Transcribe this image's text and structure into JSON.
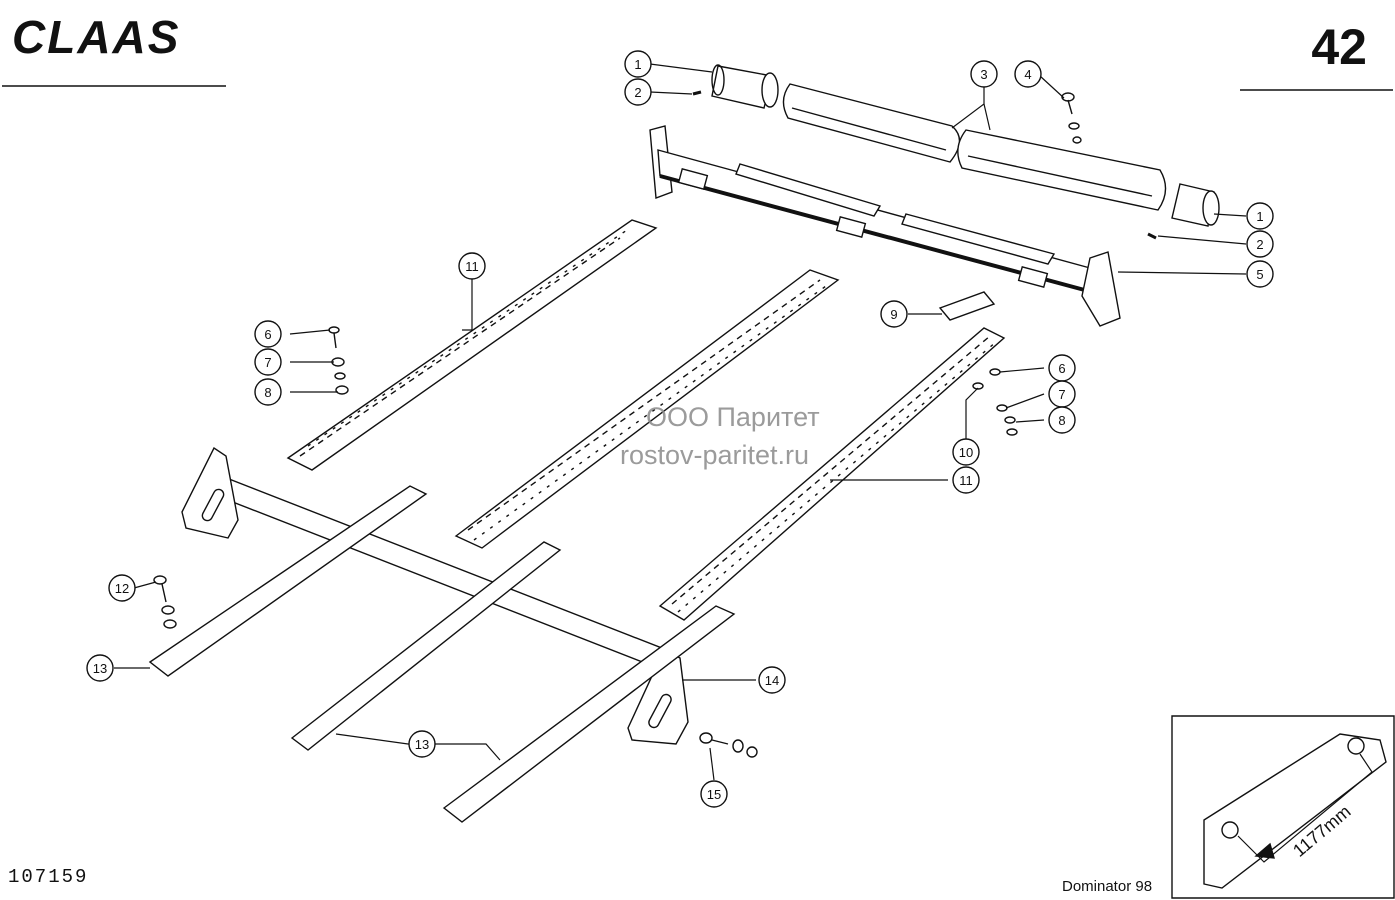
{
  "header": {
    "logo": "CLAAS",
    "page_number": "42"
  },
  "watermark": {
    "line1": "ООО Паритет",
    "line2": "rostov-paritet.ru"
  },
  "footer": {
    "drawing_code": "107159",
    "model": "Dominator 98"
  },
  "inset": {
    "dimension_label": "1177mm"
  },
  "callouts": [
    "1",
    "2",
    "3",
    "4",
    "1",
    "2",
    "5",
    "11",
    "6",
    "7",
    "8",
    "9",
    "6",
    "7",
    "8",
    "10",
    "11",
    "12",
    "13",
    "14",
    "13",
    "15"
  ]
}
